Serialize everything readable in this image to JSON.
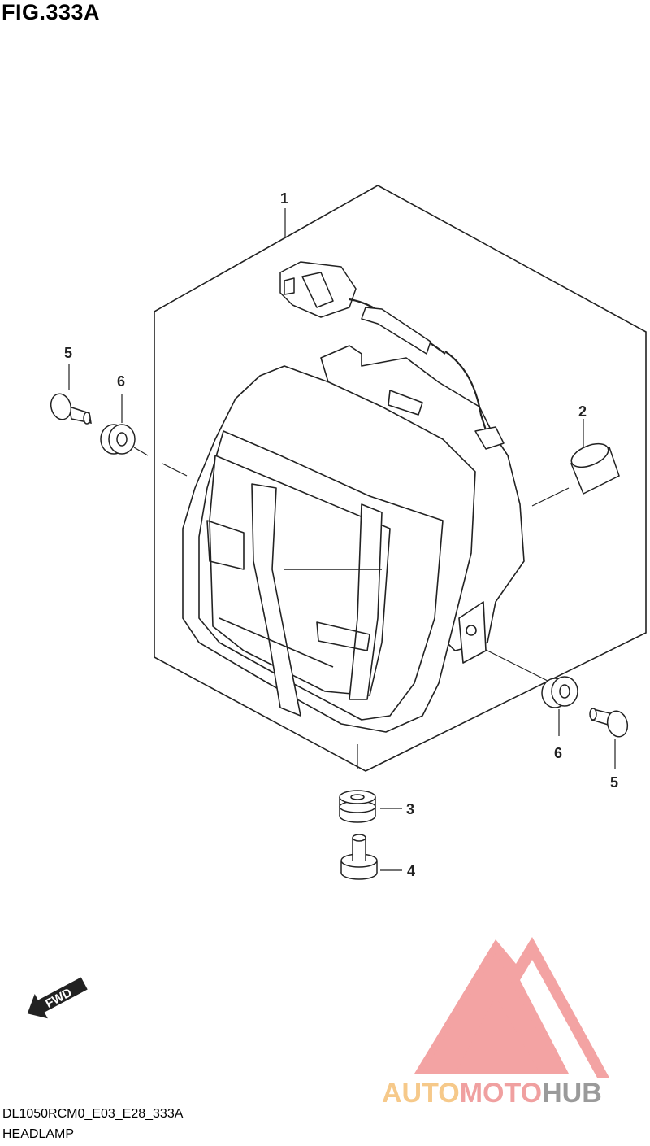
{
  "figure": {
    "title": "FIG.333A"
  },
  "callouts": [
    "1",
    "2",
    "3",
    "4",
    "5",
    "6",
    "6",
    "5"
  ],
  "fwd_label": "FWD",
  "footer": {
    "code": "DL1050RCM0_E03_E28_333A",
    "name": "HEADLAMP"
  },
  "watermark": {
    "part_a": "AUTO",
    "part_b": "MOTO",
    "part_c": "HUB"
  },
  "colors": {
    "line": "#222222",
    "watermark_red": "#f29a9a",
    "watermark_orange": "#f6c98a",
    "watermark_gray": "#9a9a9a"
  }
}
